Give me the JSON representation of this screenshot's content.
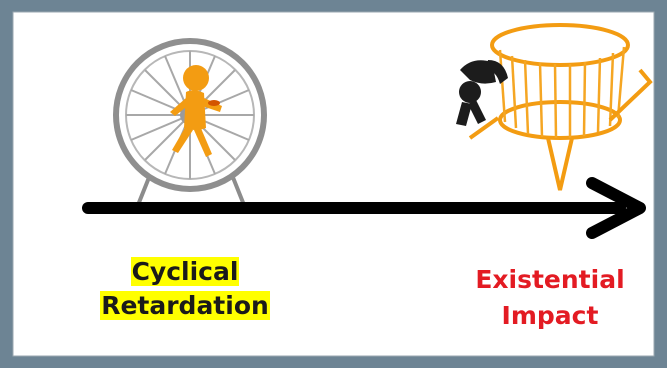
{
  "left_label": {
    "line1": "Cyclical ",
    "line2": "Retardation",
    "highlight_color": "#ffff00"
  },
  "right_label": {
    "line1": "Existential",
    "line2": "Impact",
    "color": "#e31b23"
  },
  "illustrations": {
    "left": "hamster-wheel-runner-icon",
    "right": "broken-orange-wheel-icon"
  },
  "arrow_color": "#000000"
}
